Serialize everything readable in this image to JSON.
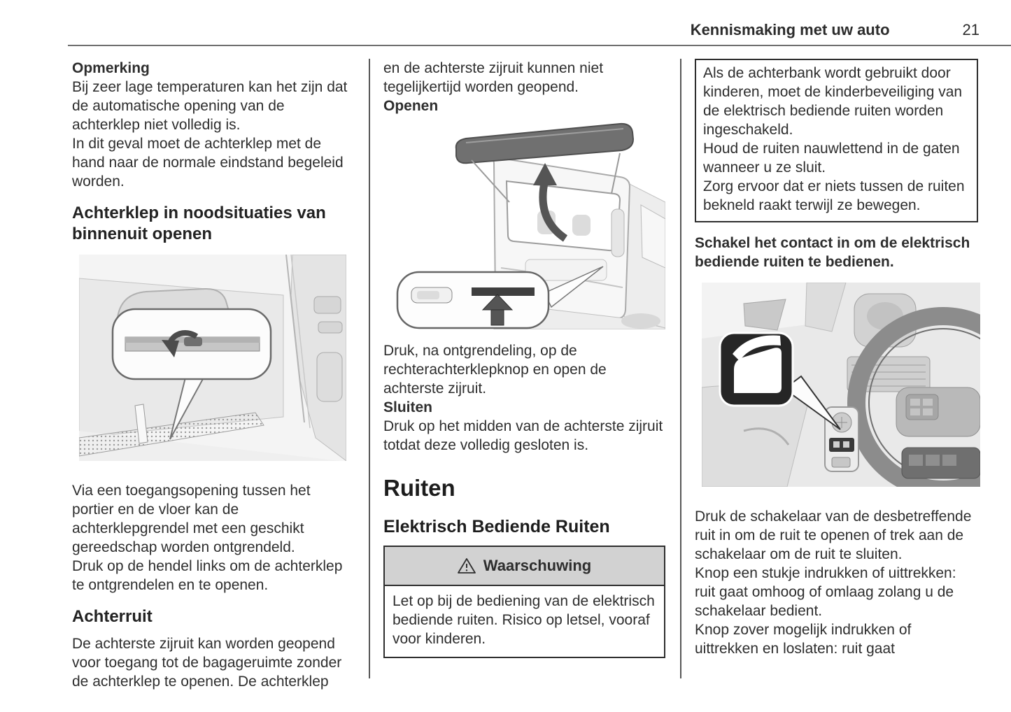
{
  "header": {
    "title": "Kennismaking met uw auto",
    "page_number": "21"
  },
  "col1": {
    "note_title": "Opmerking",
    "note_p1": "Bij zeer lage temperaturen kan het zijn dat de automatische opening van de achterklep niet volledig is.",
    "note_p2": "In dit geval moet de achterklep met de hand naar de normale eindstand begeleid worden.",
    "heading_tailgate_emergency": "Achterklep in noodsituaties van binnenuit openen",
    "p_access": "Via een toegangsopening tussen het portier en de vloer kan de achterklepgrendel met een geschikt gereedschap worden ontgrendeld.",
    "p_handle": "Druk op de hendel links om de achterklep te ontgrendelen en te openen.",
    "heading_rear_window": "Achterruit",
    "p_rear_window": "De achterste zijruit kan worden geopend voor toegang tot de bagageruimte zonder de achterklep te openen. De achterklep"
  },
  "col2": {
    "p_continue": "en de achterste zijruit kunnen niet tegelijkertijd worden geopend.",
    "label_open": "Openen",
    "p_open": "Druk, na ontgrendeling, op de rechterachterklepknop en open de achterste zijruit.",
    "label_close": "Sluiten",
    "p_close": "Druk op het midden van de achterste zijruit totdat deze volledig gesloten is.",
    "heading_windows": "Ruiten",
    "heading_power_windows": "Elektrisch Bediende Ruiten",
    "warning": {
      "title": "Waarschuwing",
      "body": "Let op bij de bediening van de elektrisch bediende ruiten. Risico op letsel, vooraf voor kinderen."
    }
  },
  "col3": {
    "warning_continued": [
      "Als de achterbank wordt gebruikt door kinderen, moet de kinderbeveiliging van de elektrisch bediende ruiten worden ingeschakeld.",
      "Houd de ruiten nauwlettend in de gaten wanneer u ze sluit.",
      "Zorg ervoor dat er niets tussen de ruiten bekneld raakt terwijl ze bewegen."
    ],
    "p_ignition": "Schakel het contact in om de elektrisch bediende ruiten te bedienen.",
    "p_switch": "Druk de schakelaar van de desbetreffende ruit in om de ruit te openen of trek aan de schakelaar om de ruit te sluiten.",
    "p_step": "Knop een stukje indrukken of uittrekken: ruit gaat omhoog of omlaag zolang u de schakelaar bedient.",
    "p_full": "Knop zover mogelijk indrukken of uittrekken en loslaten: ruit gaat"
  },
  "icons": {
    "warning": "warning-triangle",
    "power_window_badge": "power-window-icon"
  },
  "colors": {
    "warning_header_bg": "#d2d2d2",
    "rule": "#6f6f6f",
    "text": "#2e2e2e"
  }
}
